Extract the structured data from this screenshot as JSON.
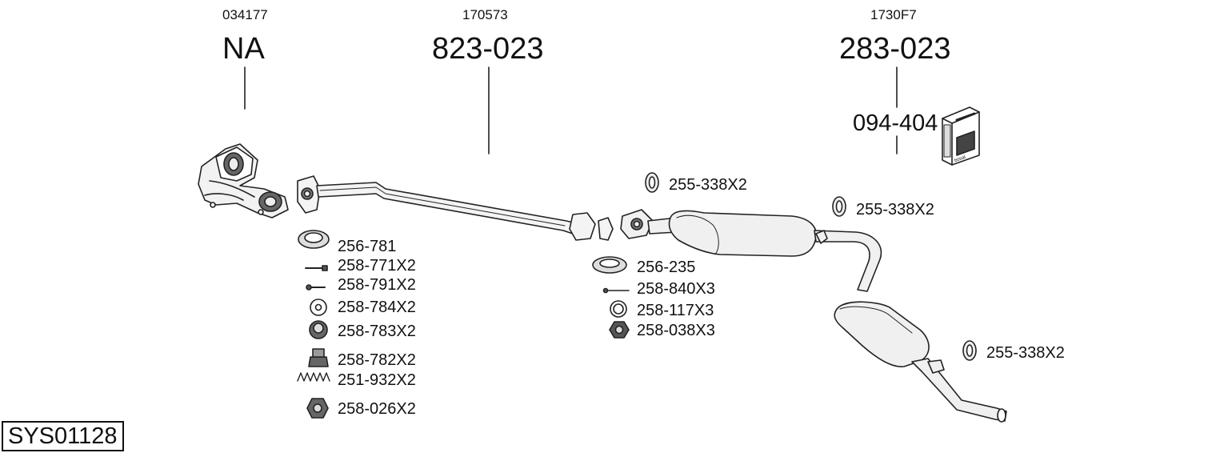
{
  "header": {
    "col1": {
      "ref": "034177",
      "part": "NA"
    },
    "col2": {
      "ref": "170573",
      "part": "823-023"
    },
    "col3": {
      "ref": "1730F7",
      "part": "283-023"
    }
  },
  "mounting_kit": "094-404",
  "kit_box_text": "bosal",
  "system_id": "SYS01128",
  "left_parts": [
    "256-781",
    "258-771X2",
    "258-791X2",
    "258-784X2",
    "258-783X2",
    "258-782X2",
    "251-932X2",
    "258-026X2"
  ],
  "middle_parts": [
    "256-235",
    "258-840X3",
    "258-117X3",
    "258-038X3"
  ],
  "hanger_labels": [
    "255-338X2",
    "255-338X2",
    "255-338X2"
  ]
}
